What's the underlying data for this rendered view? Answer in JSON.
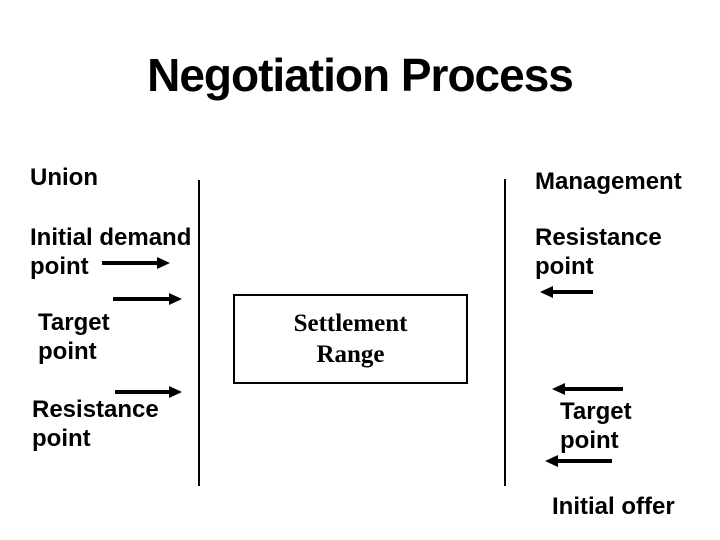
{
  "slide": {
    "title": "Negotiation Process",
    "left_column": {
      "party": "Union",
      "initial_demand": {
        "line1": "Initial demand",
        "line2": "point"
      },
      "target": {
        "line1": "Target",
        "line2": "point"
      },
      "resistance": {
        "line1": "Resistance",
        "line2": "point"
      }
    },
    "right_column": {
      "party": "Management",
      "resistance": {
        "line1": "Resistance",
        "line2": "point"
      },
      "target": {
        "line1": "Target",
        "line2": "point"
      },
      "initial_offer": "Initial offer"
    },
    "settlement_box": {
      "line1": "Settlement",
      "line2": "Range"
    },
    "arrows": [
      {
        "attached_to": "union-initial-demand-point",
        "direction": "right"
      },
      {
        "attached_to": "union-target-point",
        "direction": "right"
      },
      {
        "attached_to": "union-resistance-point",
        "direction": "right"
      },
      {
        "attached_to": "management-resistance-point",
        "direction": "left"
      },
      {
        "attached_to": "management-target-point",
        "direction": "left"
      },
      {
        "attached_to": "management-initial-offer",
        "direction": "left"
      }
    ],
    "icons": {
      "arrow-right-icon": "css-triangle-right",
      "arrow-left-icon": "css-triangle-left"
    },
    "colors": {
      "background": "#ffffff",
      "text": "#000000",
      "line": "#000000",
      "box_border": "#000000"
    }
  }
}
